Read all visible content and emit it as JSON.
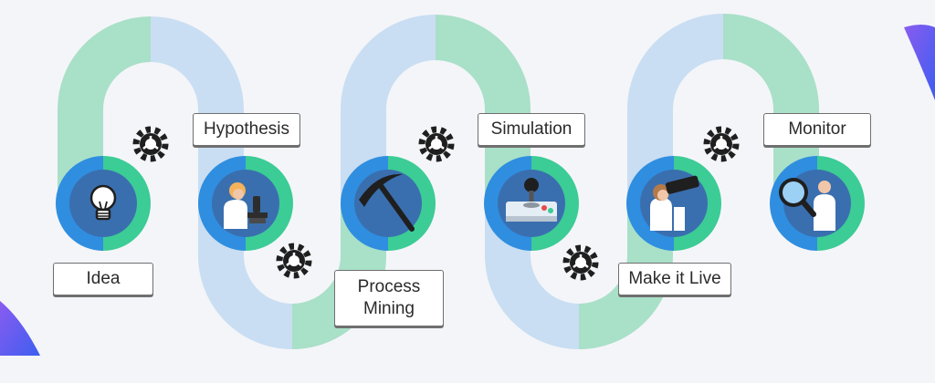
{
  "steps": [
    {
      "label": "Idea",
      "icon": "lightbulb-icon"
    },
    {
      "label": "Hypothesis",
      "icon": "scientist-microscope-icon"
    },
    {
      "label": "Process Mining",
      "label_line1": "Process",
      "label_line2": "Mining",
      "icon": "pickaxe-icon"
    },
    {
      "label": "Simulation",
      "icon": "joystick-icon"
    },
    {
      "label": "Make it Live",
      "icon": "telescope-icon"
    },
    {
      "label": "Monitor",
      "icon": "magnifier-scientist-icon"
    }
  ],
  "colors": {
    "background": "#f4f5f9",
    "track_green": "#a9e0c8",
    "track_blue": "#c9def2",
    "ring_green": "#3ccc95",
    "ring_blue": "#2f8ee0",
    "disc": "#3a6faf",
    "gear": "#1f1f1f",
    "accent_blue": "#3d5ef0",
    "accent_purple": "#8a5cf0"
  }
}
